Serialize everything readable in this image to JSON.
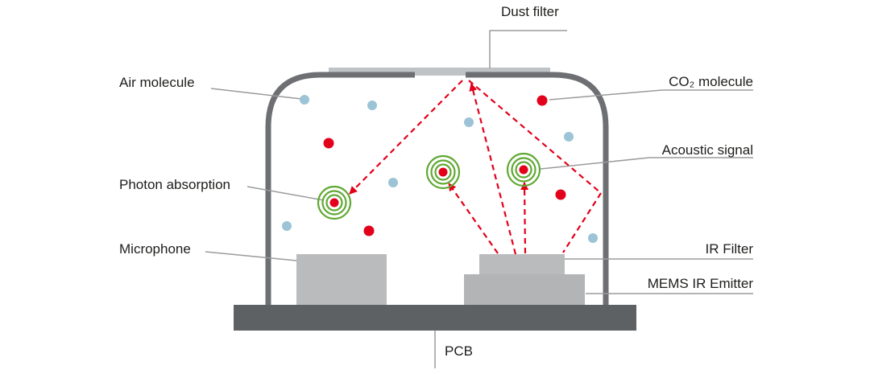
{
  "labels": {
    "dust_filter": "Dust filter",
    "air_molecule": "Air molecule",
    "co2_molecule": "CO₂ molecule",
    "acoustic_signal": "Acoustic signal",
    "photon_absorption": "Photon absorption",
    "microphone": "Microphone",
    "ir_filter": "IR Filter",
    "mems_ir_emitter": "MEMS IR Emitter",
    "pcb": "PCB"
  },
  "colors": {
    "co2_molecule_dot": "#e2001a",
    "air_molecule_dot": "#9cc3d6",
    "acoustic_signal_ring": "#5fa832",
    "ir_beam": "#e2001a",
    "enclosure_outline": "#6d6f72",
    "component_gray": "#b9bbbd",
    "dust_filter_gray": "#c0c3c5",
    "pcb_gray": "#5e6163",
    "leader_line": "#9b9b9b",
    "text": "#1d1d1b"
  }
}
